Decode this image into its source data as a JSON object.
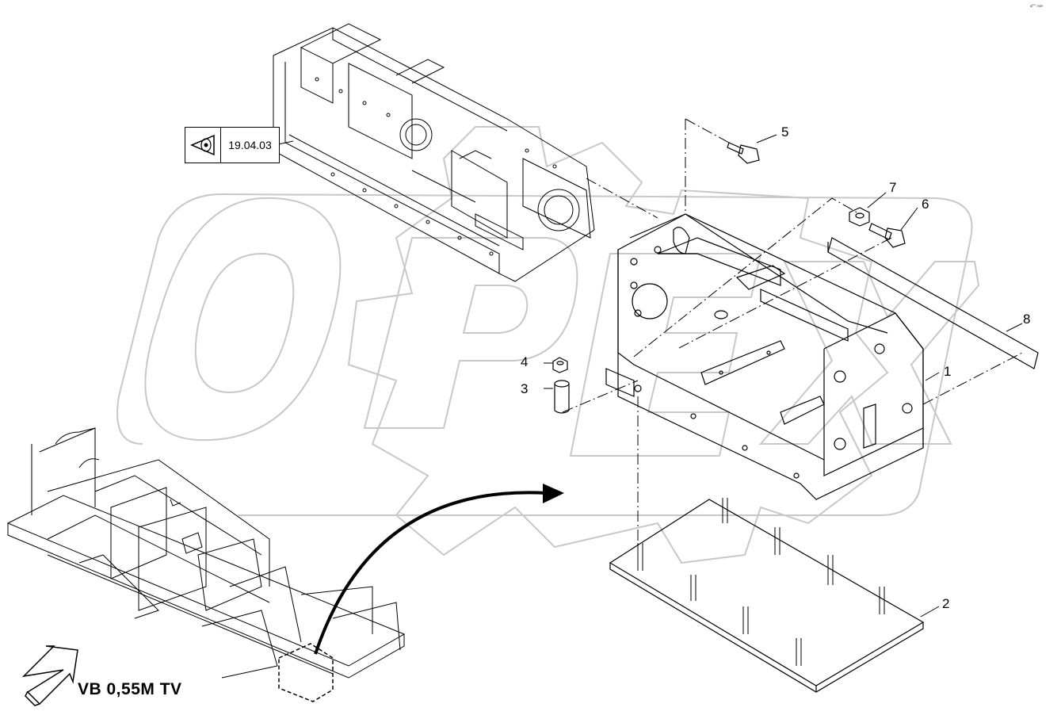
{
  "watermark": {
    "text": "OPEX",
    "color": "#cfcfcf"
  },
  "reference": {
    "code": "19.04.03",
    "icon": "eye-in-triangle-icon"
  },
  "model_label": "VB 0,55M TV",
  "corner_code": "a°° »a»",
  "callouts": [
    "1",
    "2",
    "3",
    "4",
    "5",
    "6",
    "7",
    "8"
  ],
  "colors": {
    "line": "#000000",
    "background": "#ffffff"
  }
}
